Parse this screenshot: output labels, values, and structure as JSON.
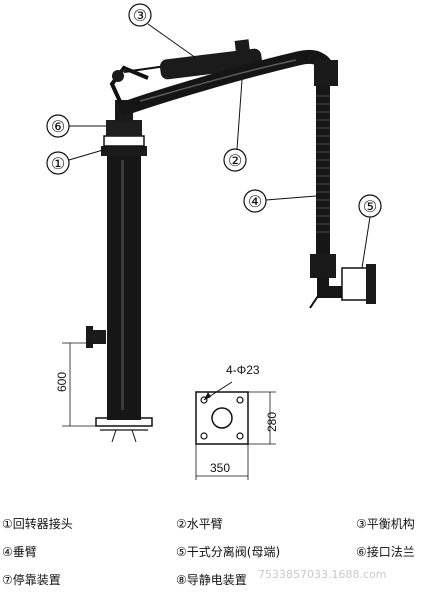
{
  "callouts": [
    "③",
    "⑥",
    "①",
    "②",
    "④",
    "⑤"
  ],
  "dimensions": {
    "vertical_height": "600",
    "hole_spec": "4-Φ23",
    "flange_height": "280",
    "flange_width": "350"
  },
  "legend": [
    {
      "marker": "①",
      "text": "回转器接头"
    },
    {
      "marker": "②",
      "text": "水平臂"
    },
    {
      "marker": "③",
      "text": "平衡机构"
    },
    {
      "marker": "④",
      "text": "垂臂"
    },
    {
      "marker": "⑤",
      "text": "干式分离阀(母端)"
    },
    {
      "marker": "⑥",
      "text": "接口法兰"
    },
    {
      "marker": "⑦",
      "text": "停靠装置"
    },
    {
      "marker": "⑧",
      "text": "导静电装置"
    }
  ],
  "watermark": "7533857033.1688.com"
}
